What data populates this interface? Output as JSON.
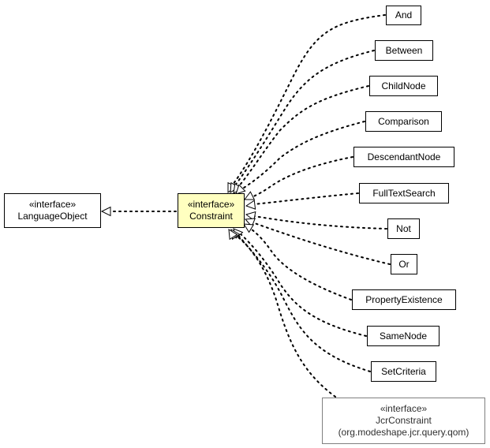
{
  "stereotype": "«interface»",
  "parent": {
    "name": "LanguageObject"
  },
  "focus": {
    "name": "Constraint",
    "fill": "#ffffc0"
  },
  "implementations": [
    {
      "name": "And"
    },
    {
      "name": "Between"
    },
    {
      "name": "ChildNode"
    },
    {
      "name": "Comparison"
    },
    {
      "name": "DescendantNode"
    },
    {
      "name": "FullTextSearch"
    },
    {
      "name": "Not"
    },
    {
      "name": "Or"
    },
    {
      "name": "PropertyExistence"
    },
    {
      "name": "SameNode"
    },
    {
      "name": "SetCriteria"
    }
  ],
  "external": {
    "name": "JcrConstraint",
    "package": "(org.modeshape.jcr.query.qom)"
  }
}
